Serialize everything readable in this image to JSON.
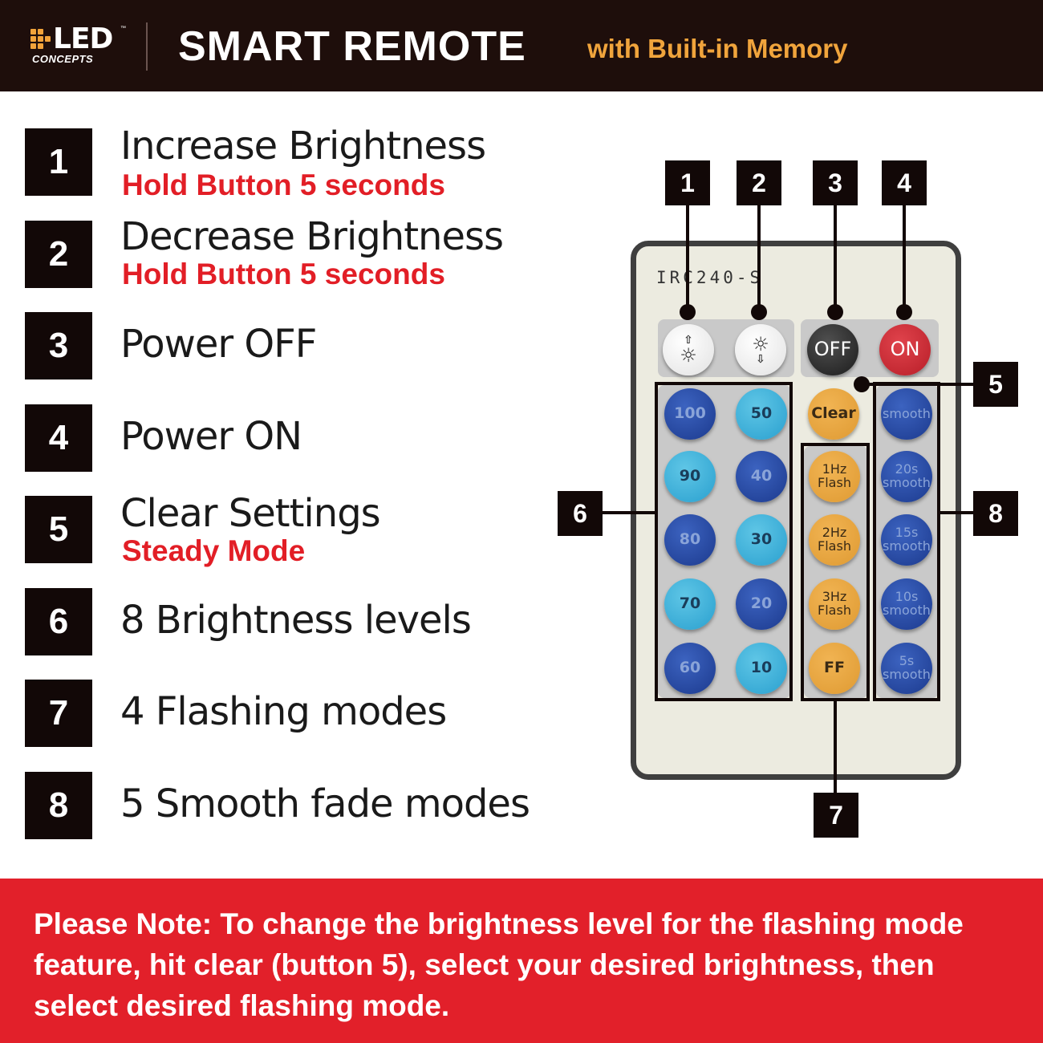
{
  "header": {
    "logo_text": "LED",
    "logo_tm": "™",
    "logo_sub": "CONCEPTS",
    "title": "SMART REMOTE",
    "subtitle": "with Built-in Memory"
  },
  "legend": [
    {
      "number": "1",
      "text": "Increase Brightness",
      "sub": "Hold Button 5 seconds"
    },
    {
      "number": "2",
      "text": "Decrease Brightness",
      "sub": "Hold Button 5 seconds"
    },
    {
      "number": "3",
      "text": "Power OFF",
      "sub": ""
    },
    {
      "number": "4",
      "text": "Power ON",
      "sub": ""
    },
    {
      "number": "5",
      "text": "Clear Settings",
      "sub": "Steady Mode"
    },
    {
      "number": "6",
      "text": "8 Brightness levels",
      "sub": ""
    },
    {
      "number": "7",
      "text": "4 Flashing modes",
      "sub": ""
    },
    {
      "number": "8",
      "text": "5 Smooth fade modes",
      "sub": ""
    }
  ],
  "remote": {
    "model": "IRC240-S",
    "icons": {
      "up": "⇧",
      "down": "⇩",
      "sun": "☼"
    },
    "top_buttons": {
      "off": "OFF",
      "on": "ON"
    },
    "clear": "Clear",
    "brightness": [
      "100",
      "50",
      "90",
      "40",
      "80",
      "30",
      "70",
      "20",
      "60",
      "10"
    ],
    "flash": [
      {
        "line1": "1Hz",
        "line2": "Flash"
      },
      {
        "line1": "2Hz",
        "line2": "Flash"
      },
      {
        "line1": "3Hz",
        "line2": "Flash"
      }
    ],
    "ff": "FF",
    "smooth": [
      {
        "line1": "smooth",
        "line2": ""
      },
      {
        "line1": "20s",
        "line2": "smooth"
      },
      {
        "line1": "15s",
        "line2": "smooth"
      },
      {
        "line1": "10s",
        "line2": "smooth"
      },
      {
        "line1": "5s",
        "line2": "smooth"
      }
    ],
    "callouts": [
      "1",
      "2",
      "3",
      "4",
      "5",
      "6",
      "7",
      "8"
    ]
  },
  "footer": {
    "note": "Please Note: To change the  brightness level for the flashing mode feature, hit clear (button 5), select your desired brightness, then select desired flashing mode."
  },
  "colors": {
    "header_bg": "#1e0e0b",
    "accent_orange": "#f0a43c",
    "accent_red": "#e21e26",
    "footer_bg": "#e2202a"
  }
}
